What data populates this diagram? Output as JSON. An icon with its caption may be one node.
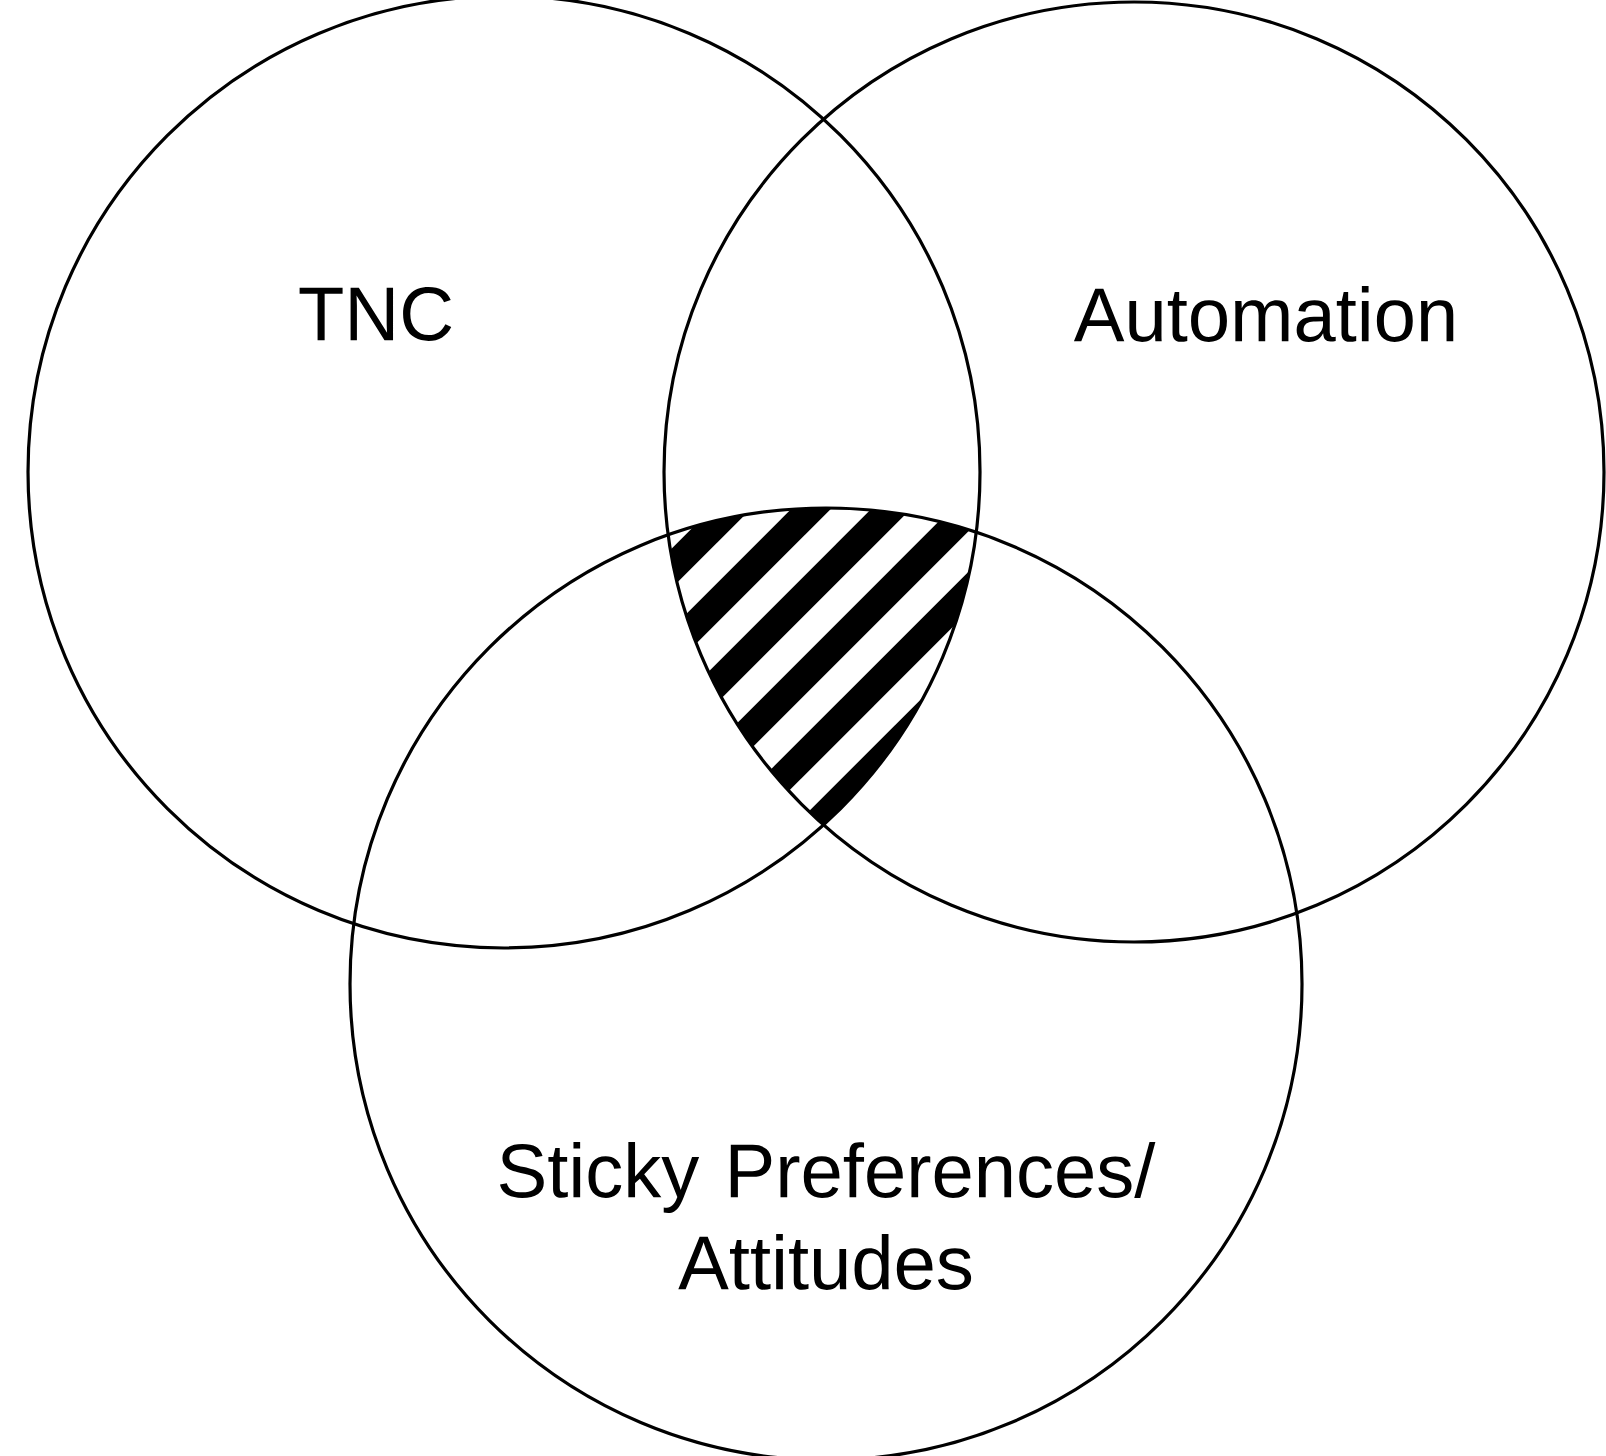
{
  "diagram": {
    "nodes": [
      {
        "text": [
          "TNC"
        ]
      },
      {
        "text": [
          "Automation"
        ]
      },
      {
        "text": [
          "Sticky Preferences/ Attitudes"
        ]
      }
    ]
  }
}
